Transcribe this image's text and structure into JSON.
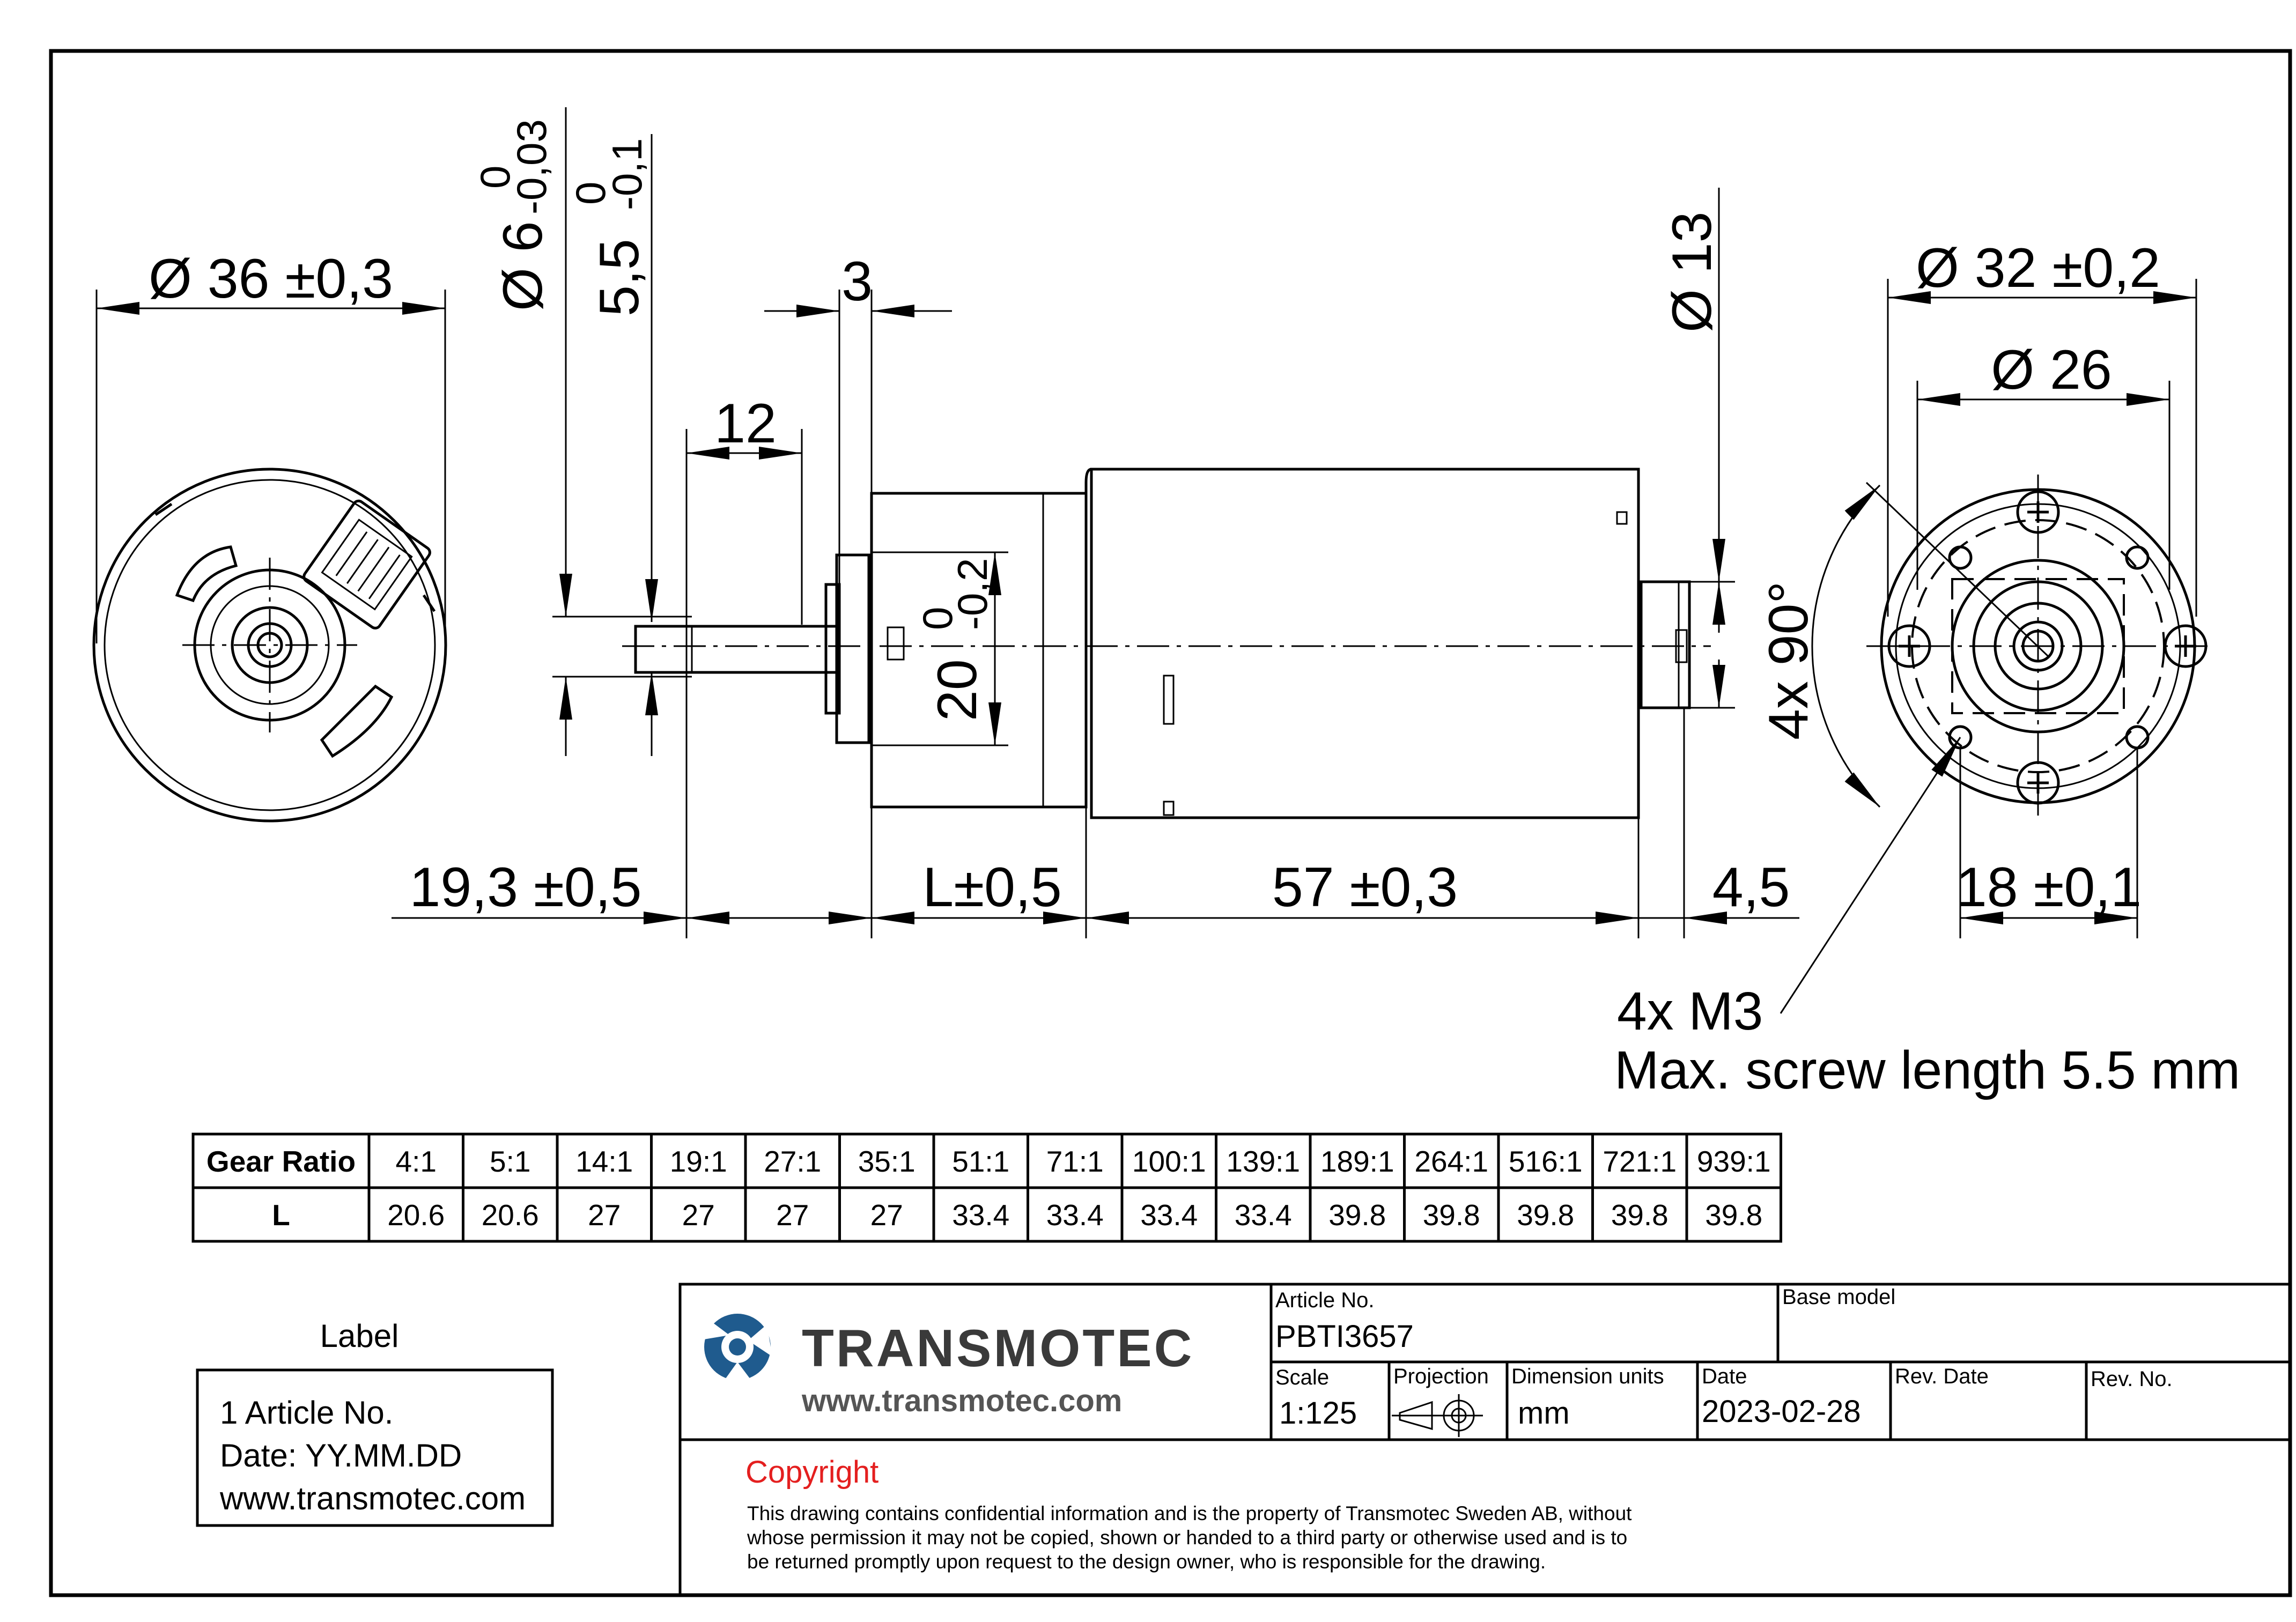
{
  "dimensions": {
    "d36": "Ø 36 ±0,3",
    "d6": "Ø 6",
    "d6_tol_upper": "0",
    "d6_tol_lower": "-0,03",
    "d55": "5,5",
    "d55_tol_upper": "0",
    "d55_tol_lower": "-0,1",
    "w3": "3",
    "w12": "12",
    "d20": "20",
    "d20_tol_upper": "0",
    "d20_tol_lower": "-0,2",
    "d13": "Ø 13",
    "d32": "Ø 32 ±0,2",
    "d26": "Ø 26",
    "angle": "4x 90°",
    "len193": "19,3 ±0,5",
    "lenL": "L±0,5",
    "len57": "57 ±0,3",
    "len45": "4,5",
    "len18": "18 ±0,1"
  },
  "notes": {
    "screw": "4x M3",
    "screw_length": "Max. screw length 5.5 mm"
  },
  "gear_table": {
    "header_label": "Gear Ratio",
    "row_label": "L",
    "ratios": [
      "4:1",
      "5:1",
      "14:1",
      "19:1",
      "27:1",
      "35:1",
      "51:1",
      "71:1",
      "100:1",
      "139:1",
      "189:1",
      "264:1",
      "516:1",
      "721:1",
      "939:1"
    ],
    "lengths": [
      "20.6",
      "20.6",
      "27",
      "27",
      "27",
      "27",
      "33.4",
      "33.4",
      "33.4",
      "33.4",
      "39.8",
      "39.8",
      "39.8",
      "39.8",
      "39.8"
    ]
  },
  "label_box": {
    "title": "Label",
    "line1": "1 Article No.",
    "line2": "Date: YY.MM.DD",
    "line3": "www.transmotec.com"
  },
  "title_block": {
    "brand": "TRANSMOTEC",
    "url": "www.transmotec.com",
    "article_no_label": "Article No.",
    "article_no": "PBTI3657",
    "base_model_label": "Base model",
    "base_model": "",
    "scale_label": "Scale",
    "scale": "1:125",
    "projection_label": "Projection",
    "dimension_units_label": "Dimension units",
    "dimension_units": "mm",
    "date_label": "Date",
    "date": "2023-02-28",
    "rev_date_label": "Rev. Date",
    "rev_no_label": "Rev. No.",
    "copyright_title": "Copyright",
    "copyright_line1": "This drawing contains confidential information and is the property of Transmotec Sweden AB, without",
    "copyright_line2": "whose permission it may not be copied, shown or handed to a third party or otherwise used and is to",
    "copyright_line3": "be returned promptly upon request to the design owner, who is responsible for the drawing."
  },
  "colors": {
    "logo_blue": "#1f5b8e",
    "logo_dark": "#3a3a3a",
    "copyright_red": "#e41f1f"
  }
}
